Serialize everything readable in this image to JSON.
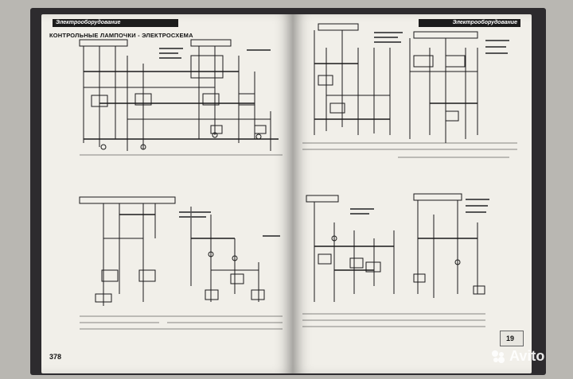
{
  "book": {
    "left_header": "Электрооборудование",
    "right_header": "Электрооборудование",
    "section_title": "КОНТРОЛЬНЫЕ ЛАМПОЧКИ - ЭЛЕКТРОСХЕМА",
    "left_page_number": "378",
    "right_page_number": "19"
  },
  "watermark": {
    "text": "Avito",
    "icon": "avito-dots-icon"
  },
  "colors": {
    "paper": "#f1efe9",
    "cover": "#2d2b2e",
    "ink": "#1a1a1a",
    "accent_stripe": "#c43a3a"
  }
}
